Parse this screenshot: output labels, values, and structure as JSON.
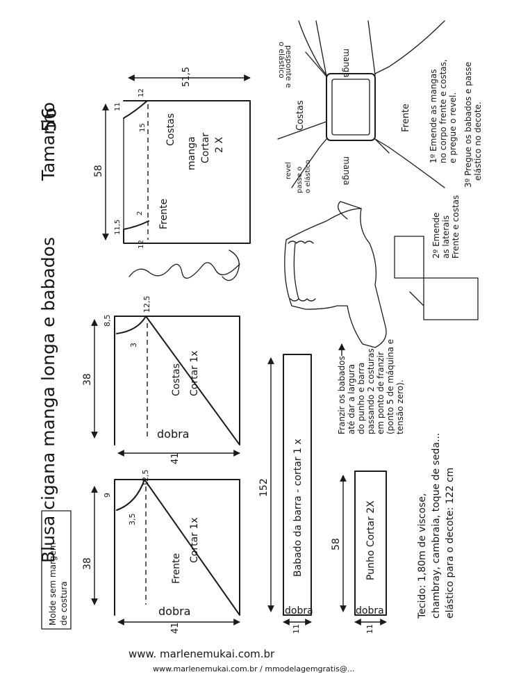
{
  "title": "Blusa cigana manga longa e babados",
  "size_label": "Tamanho",
  "size_value": "56",
  "note_box": [
    "Molde sem margem",
    "de costura"
  ],
  "signature": "Marlene Mukai",
  "website": "www. marlenemukai.com.br",
  "footer_faded": "www.marlenemukai.com.br / mmodelagemgratis@...",
  "pieces": {
    "frente": {
      "name": "Frente",
      "cut": "Cortar 1x",
      "fold": "dobra",
      "height": "38",
      "width": "41",
      "neck_depth": "9",
      "neck_width": "12,5",
      "armhole": "3,5"
    },
    "costas": {
      "name": "Costas",
      "cut": "Cortar 1x",
      "fold": "dobra",
      "height": "38",
      "width": "41",
      "neck_depth": "8,5",
      "neck_width": "12,5",
      "armhole": "3"
    },
    "manga": {
      "labels": [
        "Costas",
        "manga",
        "Cortar",
        "2 X",
        "Frente"
      ],
      "length": "58",
      "width": "51,5",
      "costas_drop": "11",
      "costas_top": "12",
      "costas_cap": "15",
      "frente_drop": "11,5",
      "frente_top": "12",
      "frente_cap": "2"
    },
    "babado": {
      "name": "Babado da barra - cortar 1 x",
      "length": "152",
      "height": "11",
      "fold": "dobra"
    },
    "punho": {
      "name": "Punho Cortar 2X",
      "length": "58",
      "height": "11",
      "fold": "dobra"
    }
  },
  "assembly": {
    "top_labels": {
      "manga_top": "manga",
      "manga_bottom": "manga",
      "costas": "Costas",
      "frente": "Frente",
      "elastico": "o elástico",
      "pesponte": "pesponte e",
      "revel": "revel",
      "passe": "passe o",
      "elastic_l": "o elástico"
    },
    "step1": [
      "1º Emende as mangas",
      "no corpo frente e costas,",
      "e pregue o revel."
    ],
    "step2": [
      "2º Emende",
      "as laterais",
      "Frente e costas"
    ],
    "step3": [
      "3º Pregue os babados e passe",
      "elástico no decote."
    ],
    "franzir": [
      "Franzir os babados",
      "até dar a largura",
      "do punho e barra",
      "passando 2 costuras",
      "em ponto de franzir",
      "(ponto 5 de máquina e",
      "tensão zero)."
    ]
  },
  "materials": {
    "line1": "Tecido: 1,80m de viscose,",
    "line2": "chambray, cambraia, toque de seda...",
    "line3": "elástico para o decote: 122 cm"
  }
}
